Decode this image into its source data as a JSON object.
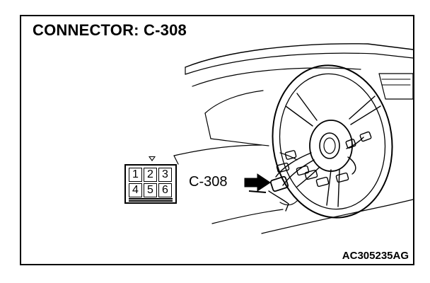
{
  "title": "CONNECTOR: C-308",
  "callout_label": "C-308",
  "figure_id": "AC305235AG",
  "connector_pins": [
    "1",
    "2",
    "3",
    "4",
    "5",
    "6"
  ],
  "colors": {
    "ink": "#000000",
    "paper": "#ffffff"
  }
}
